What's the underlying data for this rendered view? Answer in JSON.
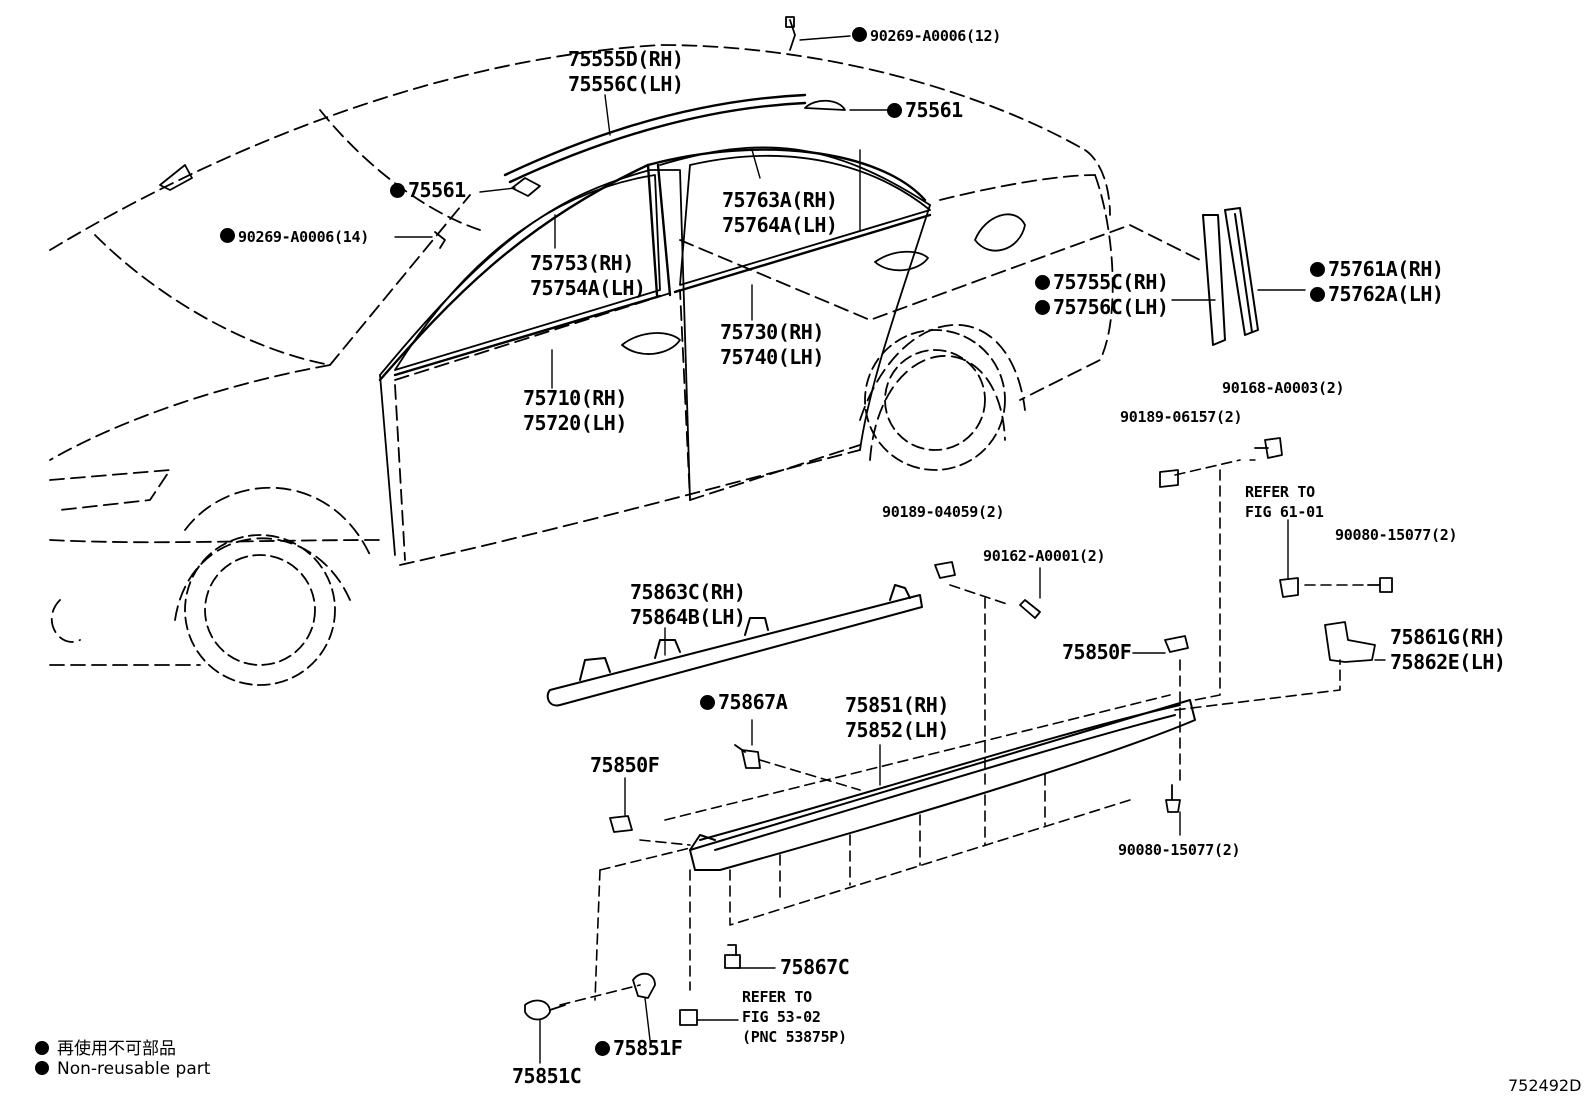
{
  "labels": {
    "clip_roof_top": "90269-A0006(12)",
    "roof_molding": [
      "75555D(RH)",
      "75556C(LH)"
    ],
    "clip_75561_right": "75561",
    "clip_75561_left": "75561",
    "clip_roof_front": "90269-A0006(14)",
    "rear_window_molding": [
      "75763A(RH)",
      "75764A(LH)"
    ],
    "front_window_molding": [
      "75753(RH)",
      "75754A(LH)"
    ],
    "rear_belt_molding": [
      "75730(RH)",
      "75740(LH)"
    ],
    "front_belt_molding": [
      "75710(RH)",
      "75720(LH)"
    ],
    "center_pillar_garnish": [
      "75755C(RH)",
      "75756C(LH)"
    ],
    "rear_pillar_garnish": [
      "75761A(RH)",
      "75762A(LH)"
    ],
    "bolt_90168": "90168-A0003(2)",
    "clip_90189_06157": "90189-06157(2)",
    "refer_fig_61": [
      "REFER TO",
      "FIG 61-01"
    ],
    "screw_90080_top": "90080-15077(2)",
    "clip_90189_04059": "90189-04059(2)",
    "screw_90162": "90162-A0001(2)",
    "sill_upper_molding": [
      "75863C(RH)",
      "75864B(LH)"
    ],
    "clip_75850F_upper": "75850F",
    "bracket_75861": [
      "75861G(RH)",
      "75862E(LH)"
    ],
    "clip_75867A": "75867A",
    "rocker_panel_molding": [
      "75851(RH)",
      "75852(LH)"
    ],
    "clip_75850F_lower": "75850F",
    "screw_90080_bottom": "90080-15077(2)",
    "clip_75867C": "75867C",
    "refer_fig_53": [
      "REFER TO",
      "FIG 53-02",
      "(PNC 53875P)"
    ],
    "clip_75851F": "75851F",
    "screw_75851C": "75851C"
  },
  "legend": {
    "japanese": "再使用不可部品",
    "english": "Non-reusable part"
  },
  "figure_number": "752492D",
  "colors": {
    "line": "#000000",
    "background": "#ffffff"
  }
}
